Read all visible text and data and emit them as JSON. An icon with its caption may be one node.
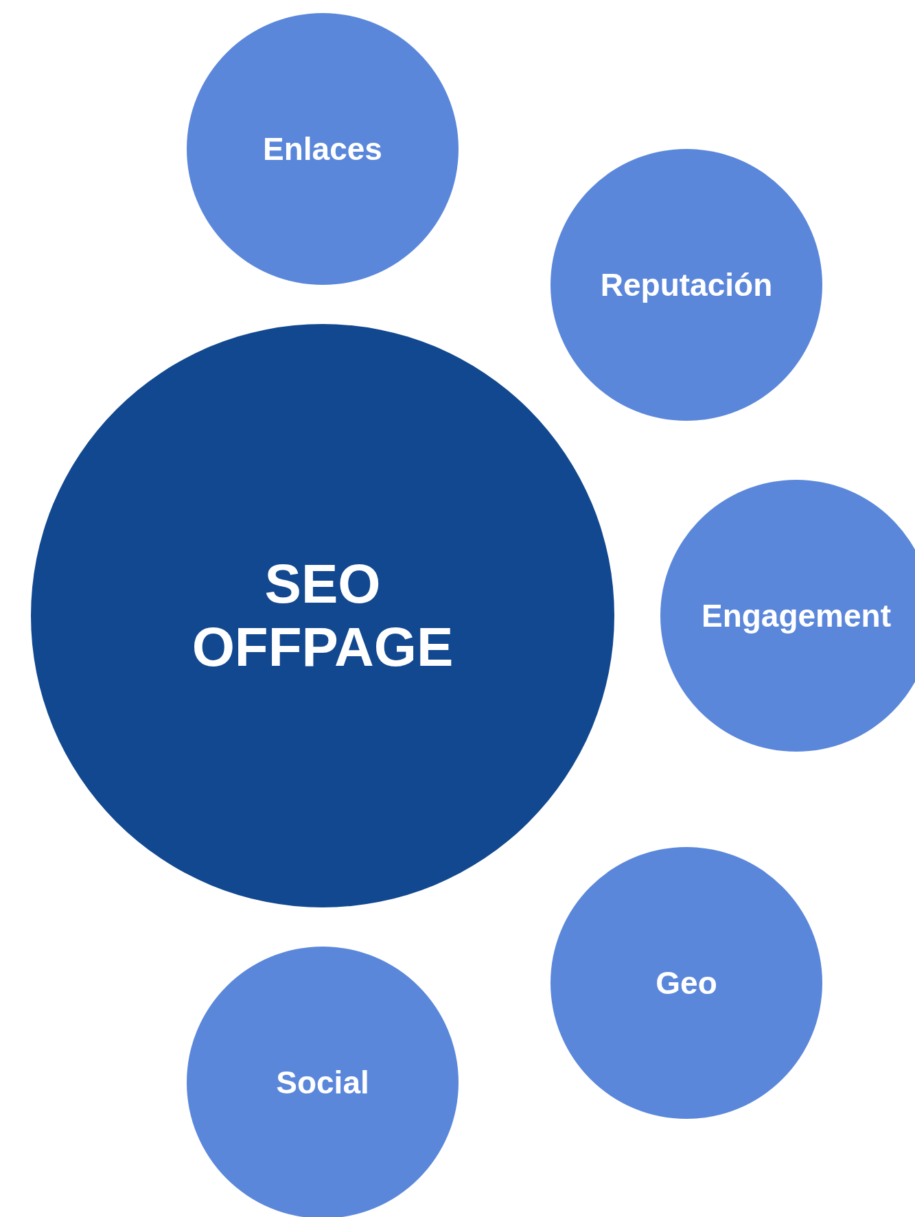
{
  "diagram": {
    "nodes": [
      {
        "text": [
          "SEO OFFPAGE"
        ]
      },
      {
        "text": [
          "Enlaces"
        ]
      },
      {
        "text": [
          "Reputación"
        ]
      },
      {
        "text": [
          "Engagement"
        ]
      },
      {
        "text": [
          "Geo"
        ]
      },
      {
        "text": [
          "Social"
        ]
      }
    ],
    "edges": []
  }
}
